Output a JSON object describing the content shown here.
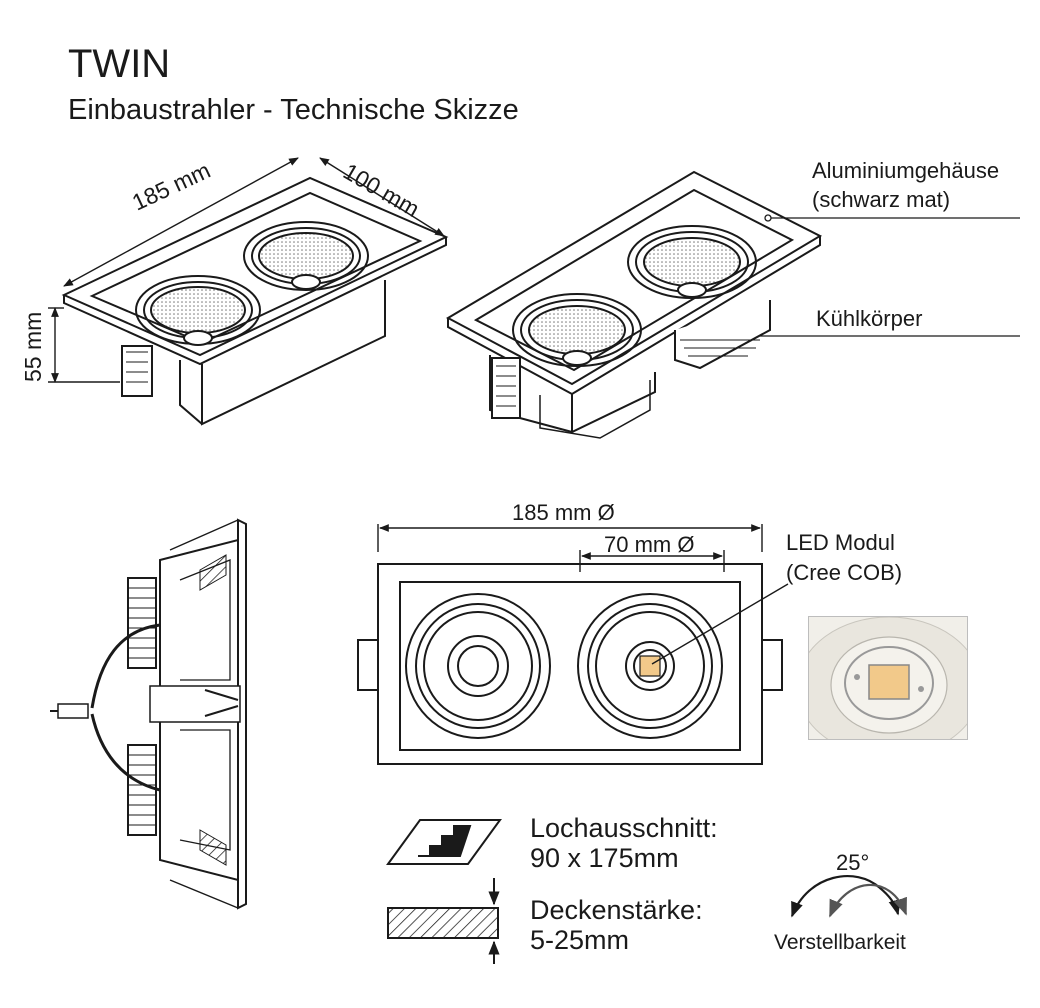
{
  "title": "TWIN",
  "subtitle": "Einbaustrahler - Technische Skizze",
  "dimensions": {
    "top_length": "185 mm",
    "top_width": "100 mm",
    "height": "55 mm",
    "front_length": "185 mm Ø",
    "front_spacing": "70 mm Ø"
  },
  "callouts": {
    "housing_line1": "Aluminiumgehäuse",
    "housing_line2": "(schwarz mat)",
    "heatsink": "Kühlkörper",
    "led_line1": "LED Modul",
    "led_line2": "(Cree COB)"
  },
  "specs": {
    "cutout_label": "Lochausschnitt:",
    "cutout_value": "90 x 175mm",
    "ceiling_label": "Deckenstärke:",
    "ceiling_value": "5-25mm",
    "angle_value": "25°",
    "angle_label": "Verstellbarkeit"
  },
  "colors": {
    "line": "#1a1a1a",
    "led_chip": "#f2c98a",
    "inset_bg": "#f1efe9"
  }
}
